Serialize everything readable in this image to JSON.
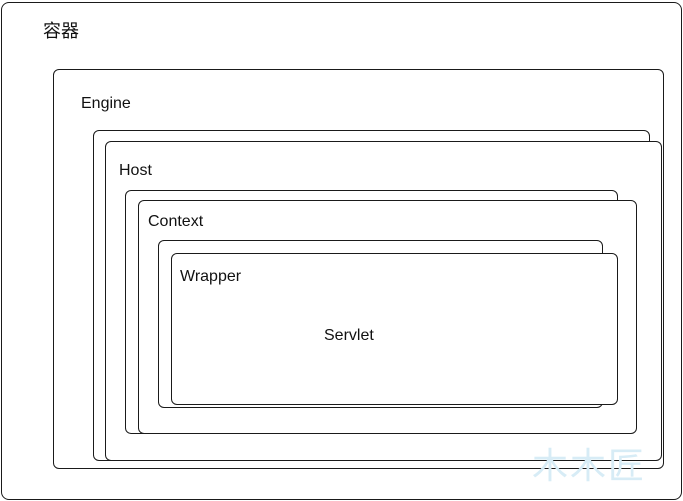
{
  "diagram": {
    "container_title": "容器",
    "engine": "Engine",
    "host": "Host",
    "context": "Context",
    "wrapper": "Wrapper",
    "servlet": "Servlet"
  },
  "watermark": {
    "text": "木木匠",
    "color": "#d7ecf6"
  },
  "colors": {
    "stroke": "#1a1a1a",
    "background": "#ffffff"
  }
}
